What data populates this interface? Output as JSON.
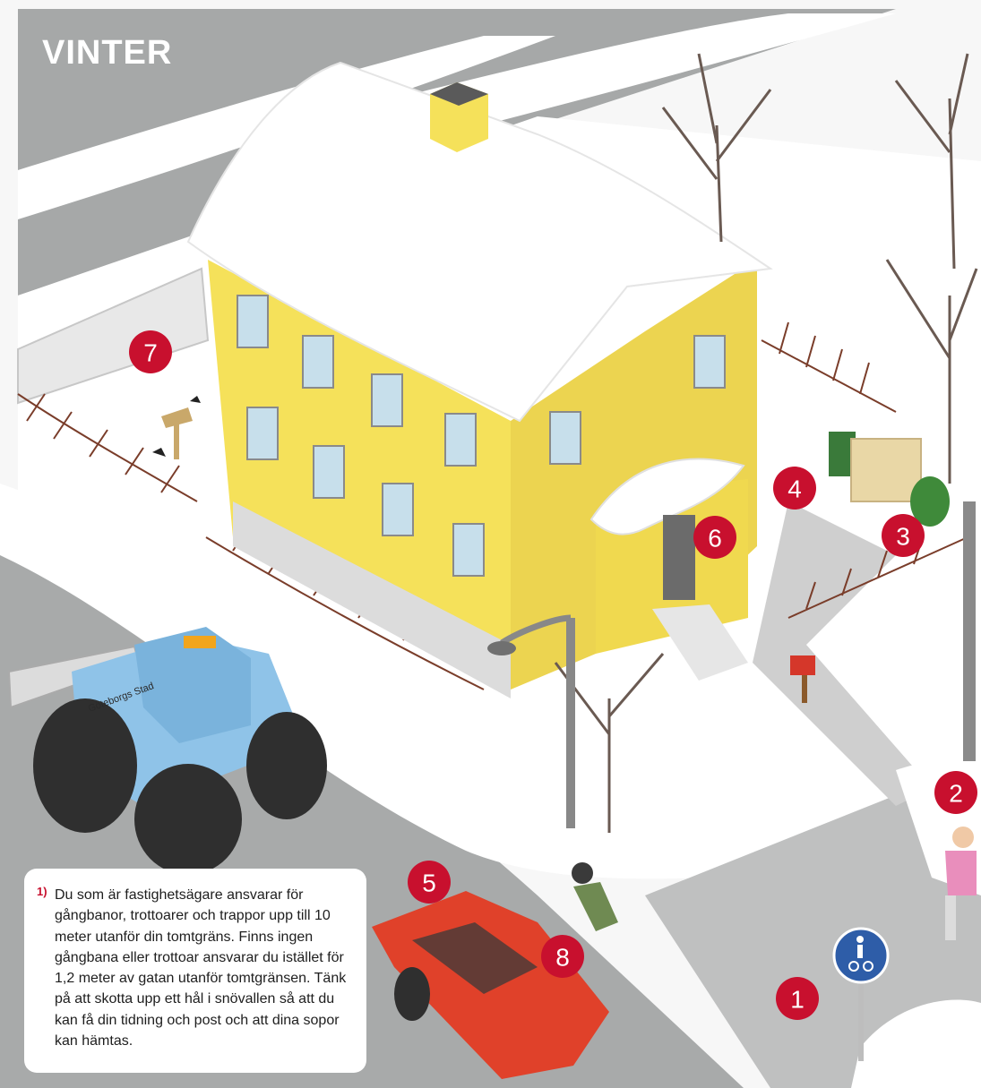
{
  "title": "VINTER",
  "colors": {
    "badge": "#c8102e",
    "house": "#f5e15a",
    "snow": "#ffffff",
    "road": "#a9abab",
    "car": "#e0412a",
    "tractor": "#8fc3e8"
  },
  "markers": [
    {
      "label": "1"
    },
    {
      "label": "2"
    },
    {
      "label": "3"
    },
    {
      "label": "4"
    },
    {
      "label": "5"
    },
    {
      "label": "6"
    },
    {
      "label": "7"
    },
    {
      "label": "8"
    }
  ],
  "tractor_text": "Göteborgs Stad",
  "footnote": {
    "marker": "1)",
    "text": "Du som är fastighetsägare ansvarar för gångbanor, trottoarer och trappor upp till 10 meter utanför din tomtgräns. Finns ingen gångbana eller trottoar ansvarar du istället för 1,2 meter av gatan utanför tomtgränsen. Tänk på att skotta upp ett hål i snövallen så att du kan få din tidning och post och att dina sopor kan hämtas."
  },
  "icons": [
    "pedestrian-bicycle-sign-icon"
  ]
}
